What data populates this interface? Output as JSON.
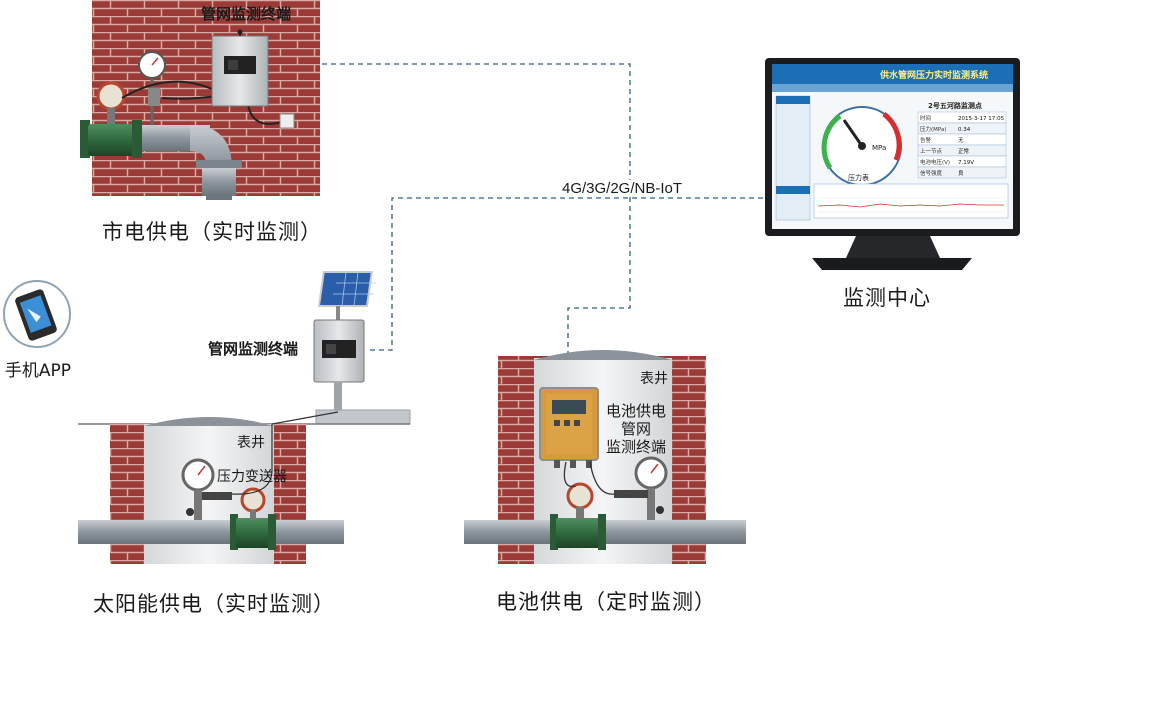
{
  "labels": {
    "top_terminal": "管网监测终端",
    "mains_caption": "市电供电（实时监测）",
    "link_protocol": "4G/3G/2G/NB-IoT",
    "center_caption": "监测中心",
    "mobile_app": "手机APP",
    "solar_terminal": "管网监测终端",
    "meter_well_left": "表井",
    "pressure_transmitter": "压力变送器",
    "solar_caption": "太阳能供电（实时监测）",
    "meter_well_right": "表井",
    "battery_terminal_line1": "电池供电",
    "battery_terminal_line2": "管网",
    "battery_terminal_line3": "监测终端",
    "battery_caption": "电池供电（定时监测）"
  },
  "monitor_screen": {
    "title": "供水管网压力实时监测系统",
    "station": "2号五河路监测点",
    "rows": [
      {
        "k": "时间",
        "v": "2015-3-17 17:05"
      },
      {
        "k": "压力(MPa)",
        "v": "0.34"
      },
      {
        "k": "告警",
        "v": "无"
      },
      {
        "k": "上一节点",
        "v": "正常"
      },
      {
        "k": "电池电压(V)",
        "v": "7.19V"
      },
      {
        "k": "信号强度",
        "v": "良"
      }
    ],
    "gauge_unit": "MPa",
    "gauge_label": "压力表"
  },
  "colors": {
    "brick": "#9b3a36",
    "mortar": "#d9a9a3",
    "pipe": "#9aa2aa",
    "meter": "#2f6a3f",
    "link": "#2e5f8a",
    "screen_blue": "#1d6fb5"
  }
}
